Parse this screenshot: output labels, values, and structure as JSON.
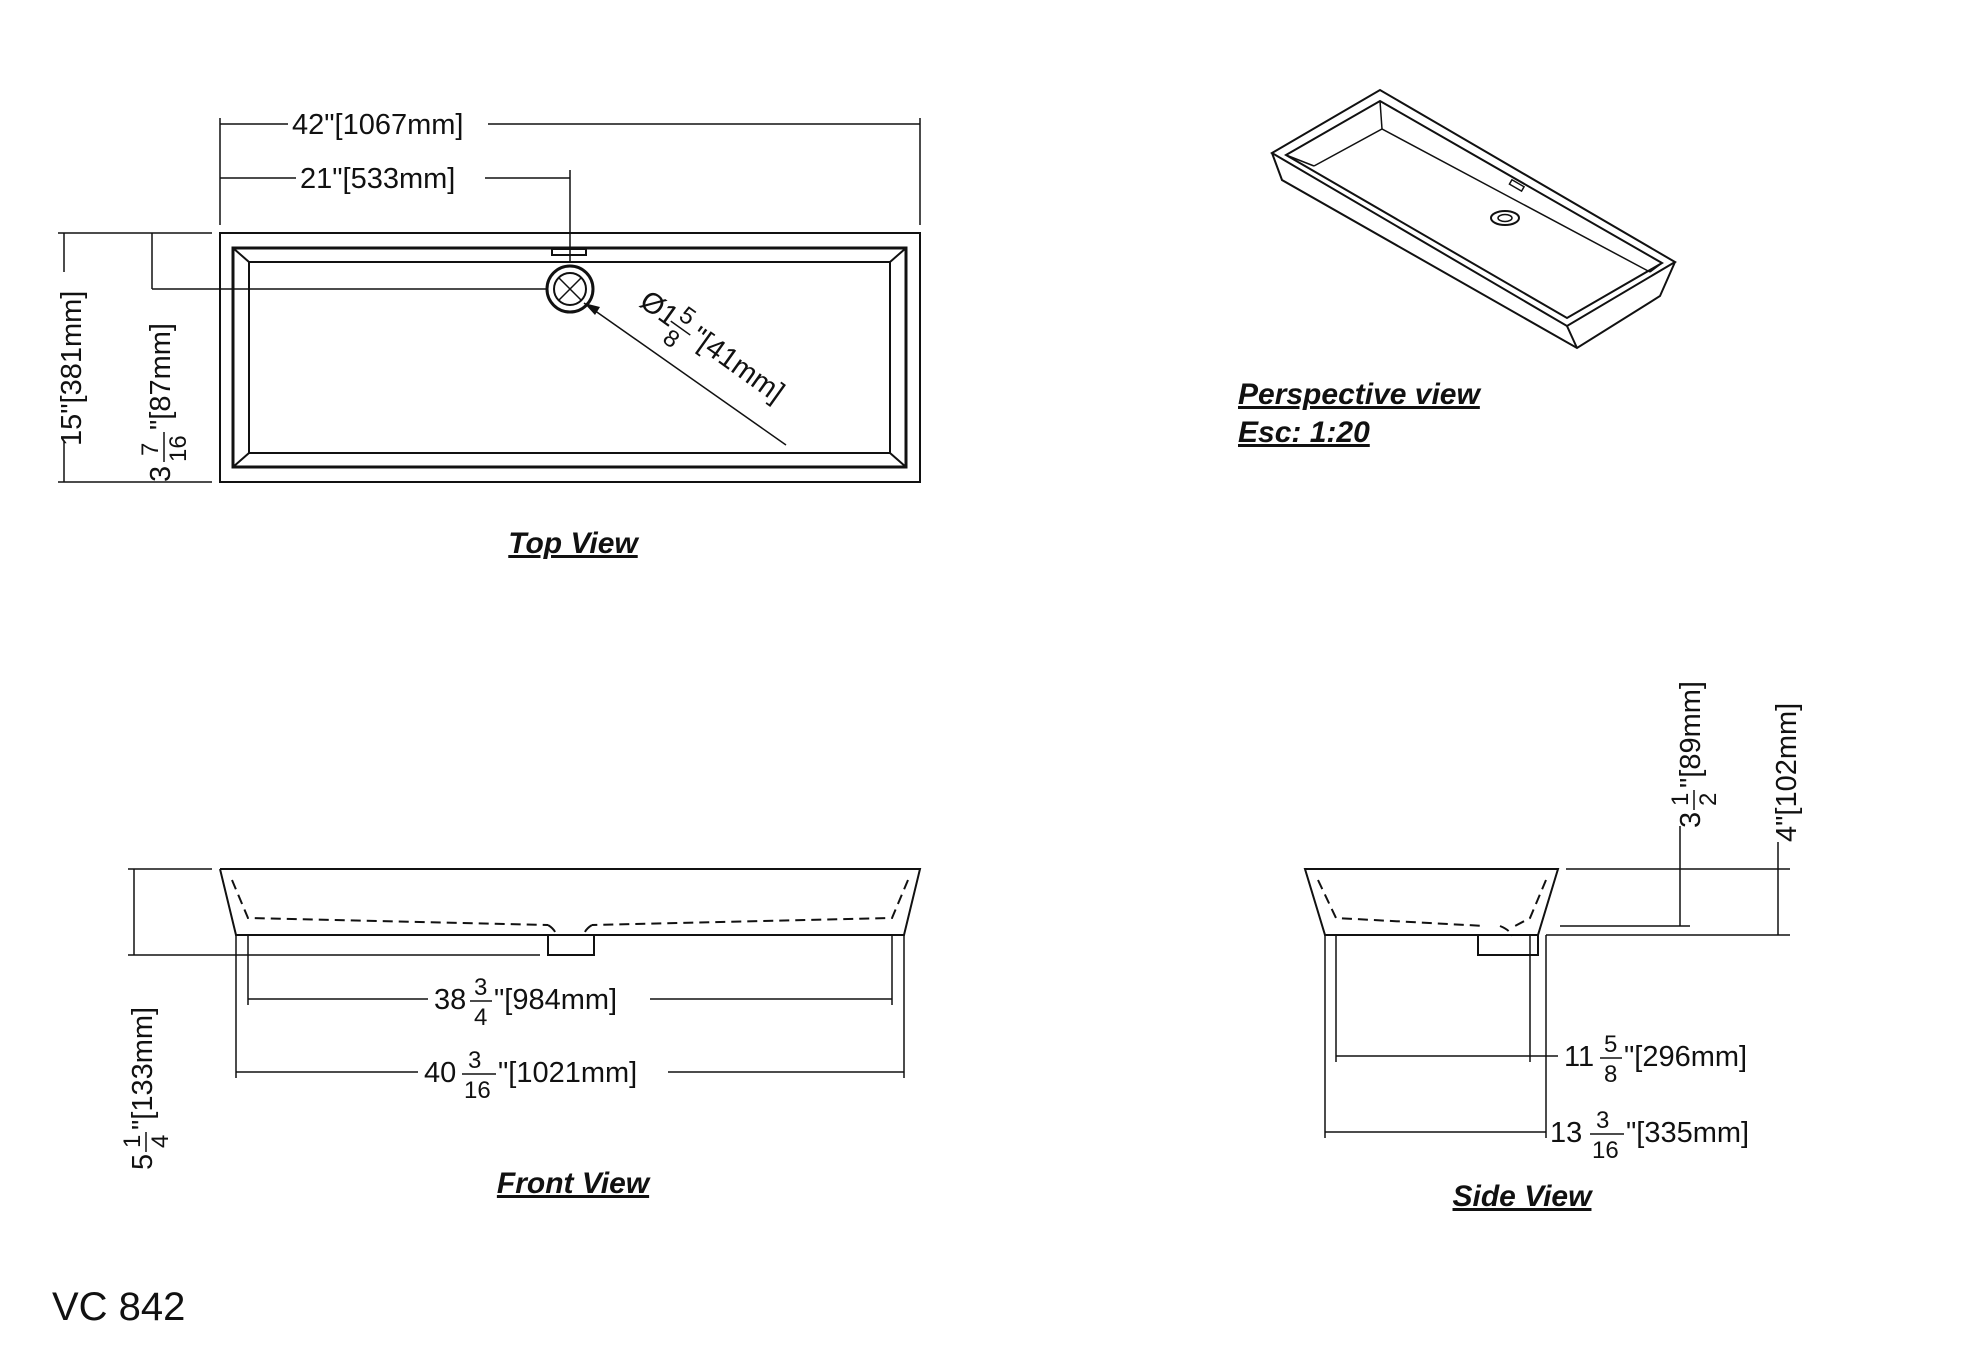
{
  "model": "VC 842",
  "views": {
    "top": {
      "caption": "Top View"
    },
    "perspective": {
      "caption": "Perspective view",
      "scale": "Esc: 1:20"
    },
    "front": {
      "caption": "Front View"
    },
    "side": {
      "caption": "Side View"
    }
  },
  "dimensions": {
    "top_overall_length": "42\"[1067mm]",
    "top_drain_offset": "21\"[533mm]",
    "top_overall_width": "15\"[381mm]",
    "top_drain_depth": {
      "whole": "3",
      "num": "7",
      "den": "16",
      "rest": "\"[87mm]"
    },
    "drain_diameter": {
      "whole": "Ø1",
      "num": "5",
      "den": "8",
      "rest": "\"[41mm]"
    },
    "front_inner_length": {
      "whole": "38",
      "num": "3",
      "den": "4",
      "rest": "\"[984mm]"
    },
    "front_base_length": {
      "whole": "40",
      "num": "3",
      "den": "16",
      "rest": "\"[1021mm]"
    },
    "front_height": {
      "whole": "5",
      "num": "1",
      "den": "4",
      "rest": "\"[133mm]"
    },
    "side_inner_depth": {
      "whole": "3",
      "num": "1",
      "den": "2",
      "rest": "\"[89mm]"
    },
    "side_height": "4\"[102mm]",
    "side_inner_width": {
      "whole": "11",
      "num": "5",
      "den": "8",
      "rest": "\"[296mm]"
    },
    "side_base_width": {
      "whole": "13",
      "num": "3",
      "den": "16",
      "rest": "\"[335mm]"
    }
  }
}
